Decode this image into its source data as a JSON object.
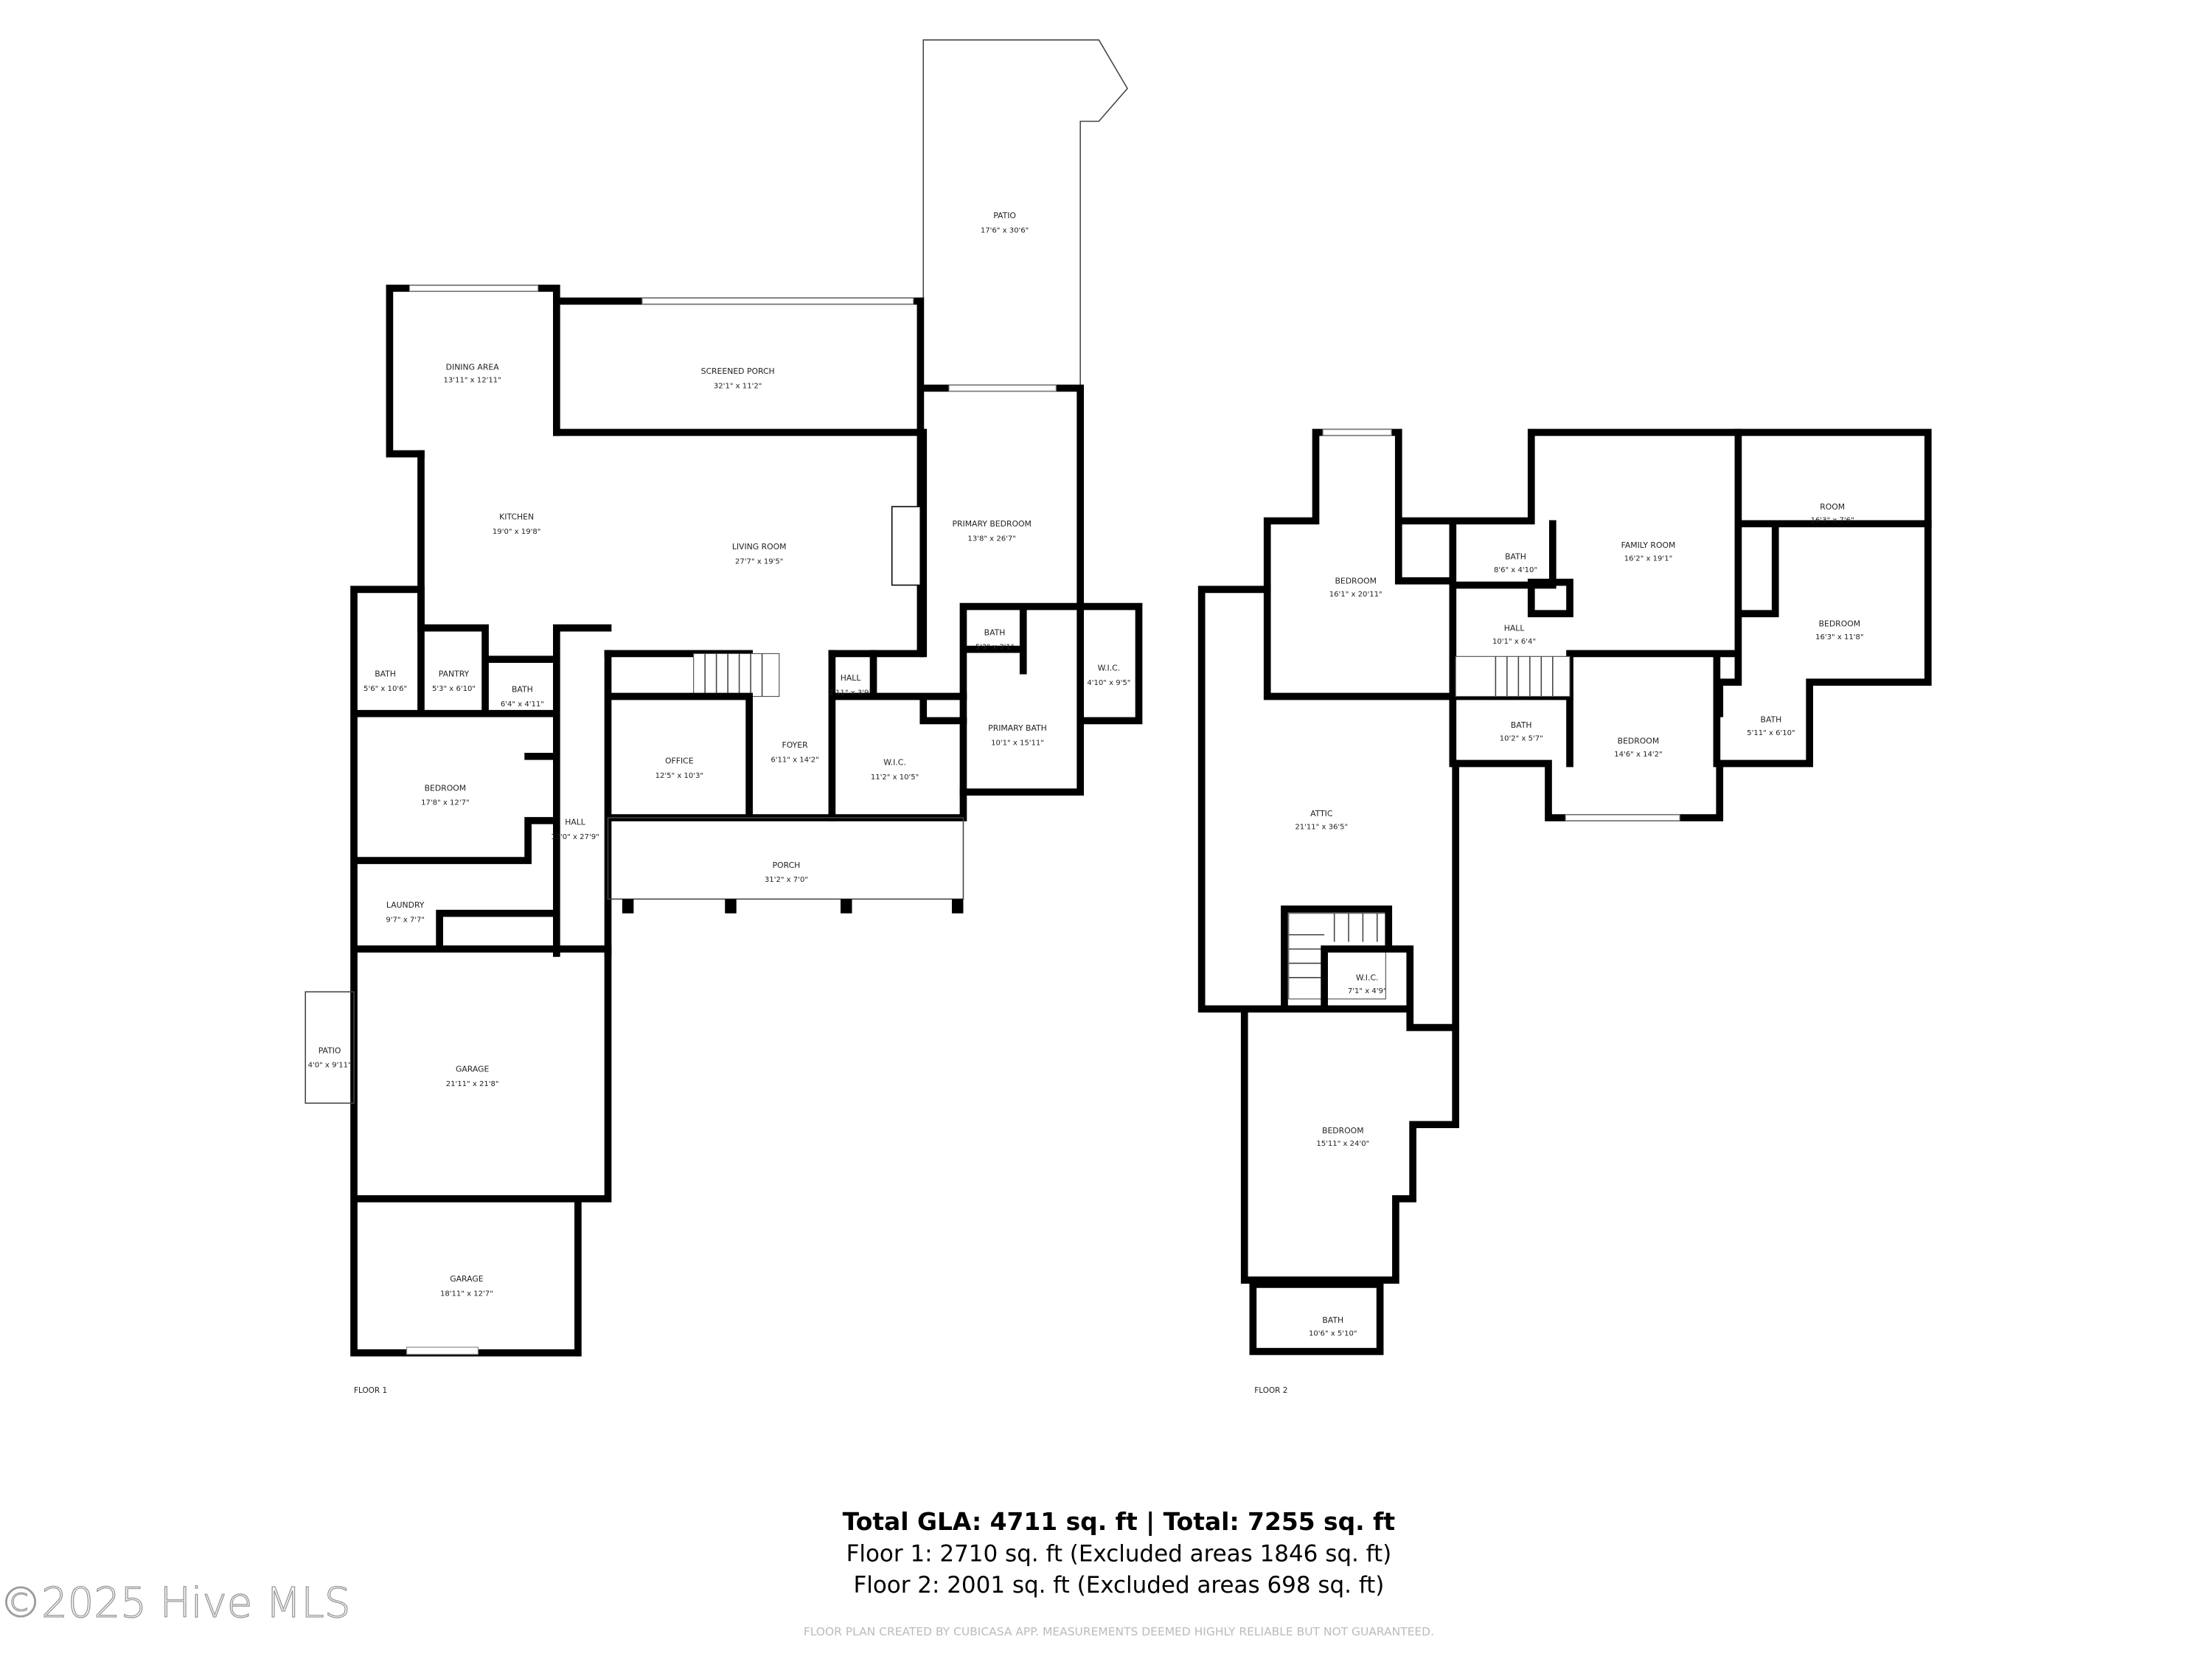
{
  "floor1": {
    "label": "FLOOR 1",
    "rooms": [
      {
        "name": "DINING AREA",
        "dims": "13'11\" x 12'11\""
      },
      {
        "name": "SCREENED PORCH",
        "dims": "32'1\" x 11'2\""
      },
      {
        "name": "PATIO",
        "dims": "17'6\" x 30'6\""
      },
      {
        "name": "KITCHEN",
        "dims": "19'0\" x 19'8\""
      },
      {
        "name": "LIVING ROOM",
        "dims": "27'7\" x 19'5\""
      },
      {
        "name": "PRIMARY BEDROOM",
        "dims": "13'8\" x 26'7\""
      },
      {
        "name": "BATH",
        "dims": "5'3\" x 3'1\""
      },
      {
        "name": "W.I.C.",
        "dims": "4'10\" x 9'5\""
      },
      {
        "name": "BATH",
        "dims": "5'6\" x 10'6\""
      },
      {
        "name": "PANTRY",
        "dims": "5'3\" x 6'10\""
      },
      {
        "name": "BATH",
        "dims": "6'4\" x 4'11\""
      },
      {
        "name": "HALL",
        "dims": "2'11\" x 3'9\""
      },
      {
        "name": "PRIMARY BATH",
        "dims": "10'1\" x 15'11\""
      },
      {
        "name": "OFFICE",
        "dims": "12'5\" x 10'3\""
      },
      {
        "name": "FOYER",
        "dims": "6'11\" x 14'2\""
      },
      {
        "name": "W.I.C.",
        "dims": "11'2\" x 10'5\""
      },
      {
        "name": "BEDROOM",
        "dims": "17'8\" x 12'7\""
      },
      {
        "name": "HALL",
        "dims": "12'0\" x 27'9\""
      },
      {
        "name": "PORCH",
        "dims": "31'2\" x 7'0\""
      },
      {
        "name": "LAUNDRY",
        "dims": "9'7\" x 7'7\""
      },
      {
        "name": "PATIO",
        "dims": "4'0\" x 9'11\""
      },
      {
        "name": "GARAGE",
        "dims": "21'11\" x 21'8\""
      },
      {
        "name": "GARAGE",
        "dims": "18'11\" x 12'7\""
      }
    ]
  },
  "floor2": {
    "label": "FLOOR 2",
    "rooms": [
      {
        "name": "BEDROOM",
        "dims": "16'1\" x 20'11\""
      },
      {
        "name": "BATH",
        "dims": "8'6\" x 4'10\""
      },
      {
        "name": "FAMILY ROOM",
        "dims": "16'2\" x 19'1\""
      },
      {
        "name": "ROOM",
        "dims": "16'3\" x 7'6\""
      },
      {
        "name": "BEDROOM",
        "dims": "16'3\" x 11'8\""
      },
      {
        "name": "HALL",
        "dims": "10'1\" x 6'4\""
      },
      {
        "name": "BATH",
        "dims": "10'2\" x 5'7\""
      },
      {
        "name": "BEDROOM",
        "dims": "14'6\" x 14'2\""
      },
      {
        "name": "BATH",
        "dims": "5'11\" x 6'10\""
      },
      {
        "name": "ATTIC",
        "dims": "21'11\" x 36'5\""
      },
      {
        "name": "W.I.C.",
        "dims": "7'1\" x 4'9\""
      },
      {
        "name": "BEDROOM",
        "dims": "15'11\" x 24'0\""
      },
      {
        "name": "BATH",
        "dims": "10'6\" x 5'10\""
      }
    ]
  },
  "summary": {
    "total": "Total GLA: 4711 sq. ft | Total: 7255 sq. ft",
    "floor1": "Floor 1: 2710 sq. ft (Excluded areas 1846 sq. ft)",
    "floor2": "Floor 2: 2001 sq. ft (Excluded areas 698 sq. ft)"
  },
  "watermark": "©2025 Hive MLS",
  "disclaimer": "FLOOR PLAN CREATED BY CUBICASA APP. MEASUREMENTS DEEMED HIGHLY RELIABLE BUT NOT GUARANTEED."
}
